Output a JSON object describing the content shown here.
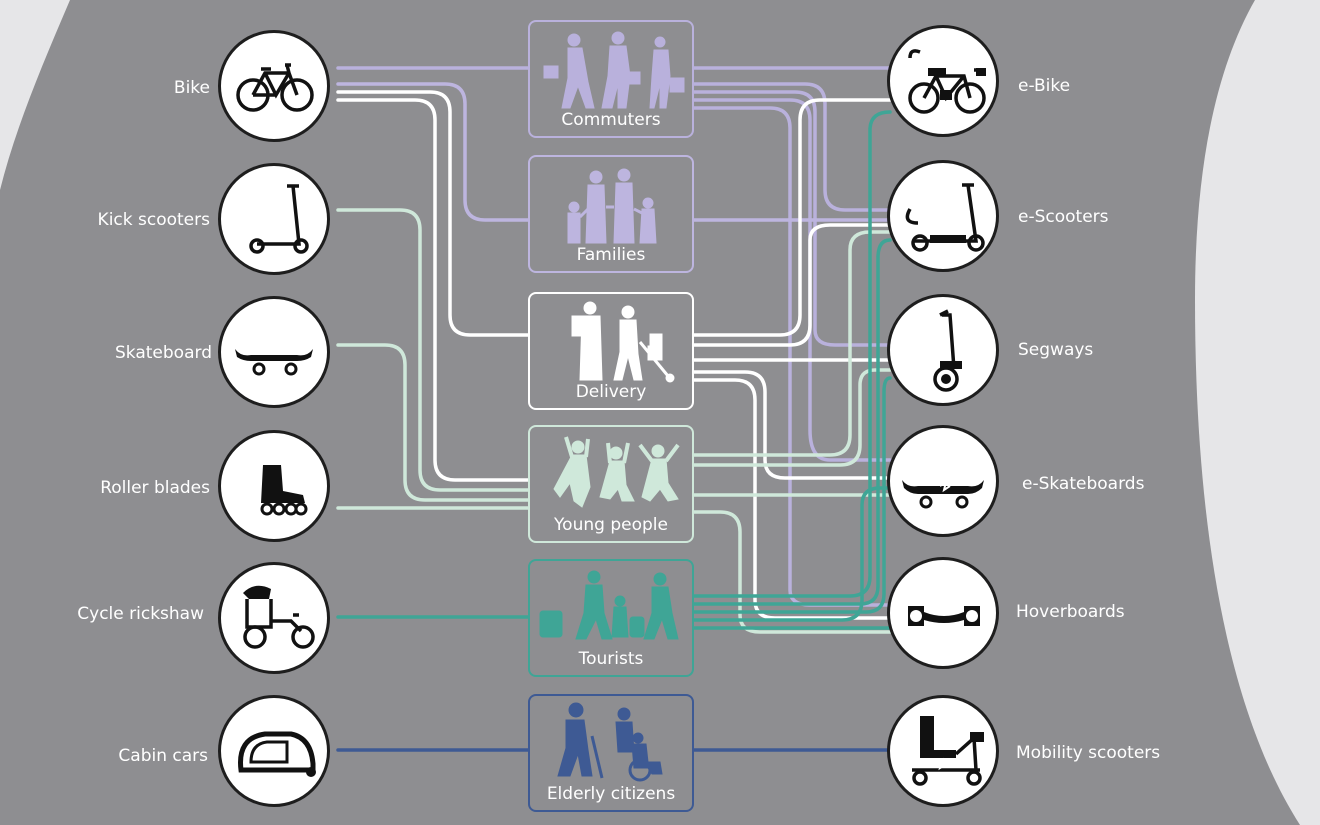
{
  "colors": {
    "background": "#8e8e91",
    "white_arc": "#e6e6e8",
    "commuters": "#b9b1dc",
    "families": "#bdb5df",
    "delivery": "#ffffff",
    "young_people": "#cfe8da",
    "tourists": "#3fa596",
    "elderly": "#3e5a94",
    "circle_border": "#1e1e1e",
    "icon": "#111111"
  },
  "left_vehicles": [
    {
      "label": "Bike",
      "icon": "bicycle-icon"
    },
    {
      "label": "Kick scooters",
      "icon": "kick-scooter-icon"
    },
    {
      "label": "Skateboard",
      "icon": "skateboard-icon"
    },
    {
      "label": "Roller blades",
      "icon": "roller-skate-icon"
    },
    {
      "label": "Cycle rickshaw",
      "icon": "rickshaw-icon"
    },
    {
      "label": "Cabin cars",
      "icon": "cabin-car-icon"
    }
  ],
  "groups": [
    {
      "label": "Commuters",
      "icon": "commuters-icon"
    },
    {
      "label": "Families",
      "icon": "family-icon"
    },
    {
      "label": "Delivery",
      "icon": "delivery-icon"
    },
    {
      "label": "Young people",
      "icon": "young-people-icon"
    },
    {
      "label": "Tourists",
      "icon": "tourists-icon"
    },
    {
      "label": "Elderly citizens",
      "icon": "elderly-icon"
    }
  ],
  "right_vehicles": [
    {
      "label": "e-Bike",
      "icon": "e-bike-icon"
    },
    {
      "label": "e-Scooters",
      "icon": "e-scooter-icon"
    },
    {
      "label": "Segways",
      "icon": "segway-icon"
    },
    {
      "label": "e-Skateboards",
      "icon": "e-skateboard-icon"
    },
    {
      "label": "Hoverboards",
      "icon": "hoverboard-icon"
    },
    {
      "label": "Mobility scooters",
      "icon": "mobility-scooter-icon"
    }
  ]
}
